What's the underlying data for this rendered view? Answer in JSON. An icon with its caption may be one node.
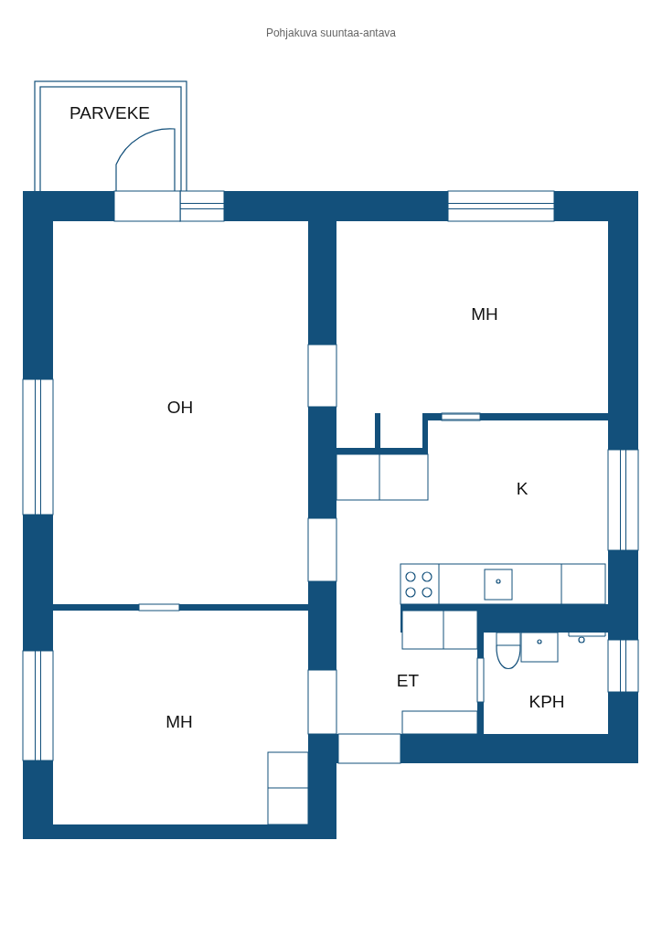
{
  "diagram": {
    "title": "Pohjakuva suuntaa-antava",
    "nodes": [
      {
        "text": [
          "PARVEKE"
        ]
      },
      {
        "text": [
          "MH"
        ]
      },
      {
        "text": [
          "OH"
        ]
      },
      {
        "text": [
          "K"
        ]
      },
      {
        "text": [
          "MH"
        ]
      },
      {
        "text": [
          "ET"
        ]
      },
      {
        "text": [
          "KPH"
        ]
      }
    ]
  }
}
